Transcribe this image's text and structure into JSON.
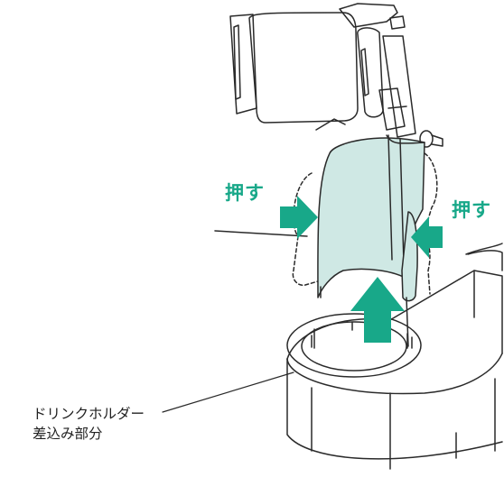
{
  "labels": {
    "push_left": "押す",
    "push_right": "押す",
    "callout_line1": "ドリンクホルダー",
    "callout_line2": "差込み部分"
  },
  "colors": {
    "arrow": "#18a889",
    "label": "#18a889",
    "insert_fill": "#cfe8e4",
    "outline": "#2a2a2a"
  },
  "icons": {
    "push_arrow_left": "arrow-right-icon",
    "push_arrow_right": "arrow-left-icon",
    "insert_arrow": "arrow-up-icon"
  }
}
